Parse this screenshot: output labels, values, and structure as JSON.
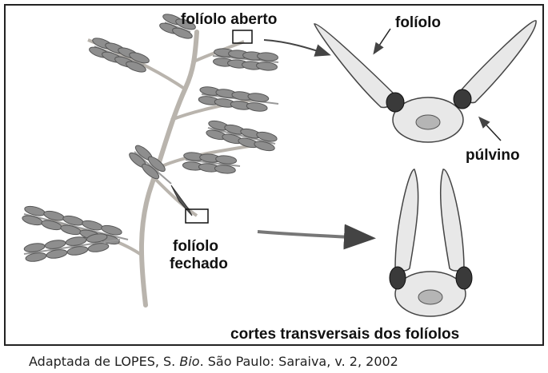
{
  "labels": {
    "open_leaflet": "folíolo aberto",
    "leaflet": "folíolo",
    "pulvinus": "púlvino",
    "closed_leaflet_line1": "folíolo",
    "closed_leaflet_line2": "fechado",
    "cross_sections": "cortes transversais dos folíolos"
  },
  "caption": {
    "before_italic": "Adaptada de LOPES, S. ",
    "italic": "Bio",
    "after_italic": ". São Paulo: Saraiva, v. 2, 2002"
  },
  "colors": {
    "frame": "#222222",
    "stem": "#b9b4ad",
    "leaflet_fill": "#8e8e8e",
    "section_fill": "#e8e8e8",
    "pulvinus": "#3a3a3a",
    "vascular": "#b5b5b5"
  }
}
